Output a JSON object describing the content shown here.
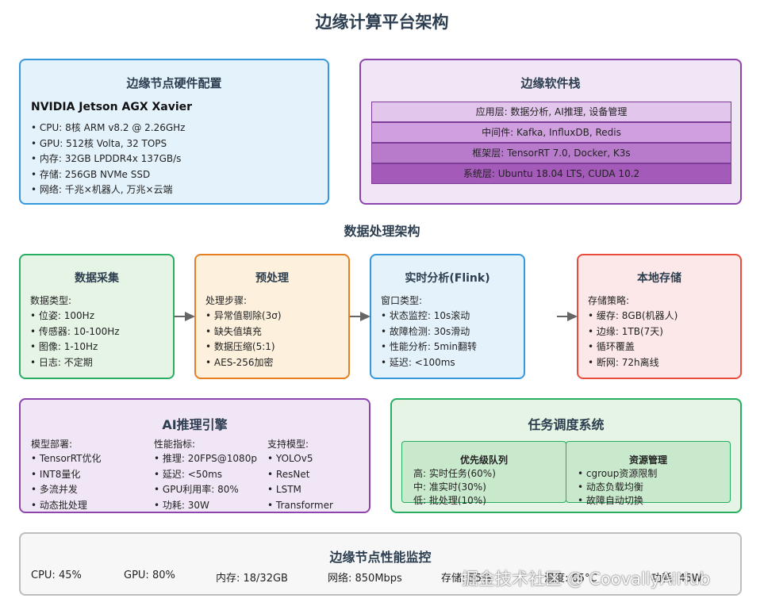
{
  "title": "边缘计算平台架构",
  "hardware": {
    "title": "边缘节点硬件配置",
    "model": "NVIDIA Jetson AGX Xavier",
    "specs": [
      "CPU: 8核 ARM v8.2 @ 2.26GHz",
      "GPU: 512核 Volta, 32 TOPS",
      "内存: 32GB LPDDR4x 137GB/s",
      "存储: 256GB NVMe SSD",
      "网络: 千兆×机器人, 万兆×云端"
    ]
  },
  "software": {
    "title": "边缘软件栈",
    "layers": [
      "应用层: 数据分析, AI推理, 设备管理",
      "中间件: Kafka, InfluxDB, Redis",
      "框架层: TensorRT 7.0, Docker, K3s",
      "系统层: Ubuntu 18.04 LTS, CUDA 10.2"
    ],
    "layer_colors": [
      "#e2c6ec",
      "#cf9fdf",
      "#b87bcc",
      "#a35ab8"
    ]
  },
  "data_processing": {
    "title": "数据处理架构",
    "stages": [
      {
        "title": "数据采集",
        "label": "数据类型:",
        "items": [
          "位姿: 100Hz",
          "传感器: 10-100Hz",
          "图像: 1-10Hz",
          "日志: 不定期"
        ],
        "bg": "#e5f4e5",
        "border": "#27ae60"
      },
      {
        "title": "预处理",
        "label": "处理步骤:",
        "items": [
          "异常值剔除(3σ)",
          "缺失值填充",
          "数据压缩(5:1)",
          "AES-256加密"
        ],
        "bg": "#fdf0dc",
        "border": "#e67e22"
      },
      {
        "title": "实时分析(Flink)",
        "label": "窗口类型:",
        "items": [
          "状态监控: 10s滚动",
          "故障检测: 30s滑动",
          "性能分析: 5min翻转",
          "延迟: <100ms"
        ],
        "bg": "#e4f2fc",
        "border": "#3498db"
      },
      {
        "title": "本地存储",
        "label": "存储策略:",
        "items": [
          "缓存: 8GB(机器人)",
          "边缘: 1TB(7天)",
          "循环覆盖",
          "断网: 72h离线"
        ],
        "bg": "#fce8e8",
        "border": "#e74c3c"
      }
    ]
  },
  "ai_engine": {
    "title": "AI推理引擎",
    "columns": [
      {
        "label": "模型部署:",
        "items": [
          "TensorRT优化",
          "INT8量化",
          "多流并发",
          "动态批处理"
        ]
      },
      {
        "label": "性能指标:",
        "items": [
          "推理: 20FPS@1080p",
          "延迟: <50ms",
          "GPU利用率: 80%",
          "功耗: 30W"
        ]
      },
      {
        "label": "支持模型:",
        "items": [
          "YOLOv5",
          "ResNet",
          "LSTM",
          "Transformer"
        ]
      }
    ]
  },
  "scheduler": {
    "title": "任务调度系统",
    "queue": {
      "title": "优先级队列",
      "items": [
        "高: 实时任务(60%)",
        "中: 准实时(30%)",
        "低: 批处理(10%)"
      ]
    },
    "resource": {
      "title": "资源管理",
      "items": [
        "cgroup资源限制",
        "动态负载均衡",
        "故障自动切换"
      ]
    }
  },
  "monitor": {
    "title": "边缘节点性能监控",
    "metrics": [
      "CPU: 45%",
      "GPU: 80%",
      "内存: 18/32GB",
      "网络: 850Mbps",
      "存储: 55%",
      "温度: 65°C",
      "功耗: 45W"
    ]
  },
  "watermark": "掘金技术社区 @ CoovallyAIHub"
}
